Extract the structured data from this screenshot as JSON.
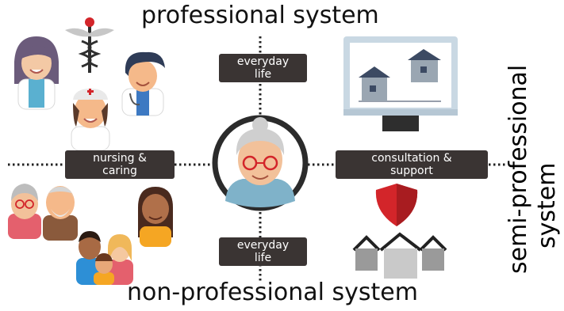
{
  "titles": {
    "top": "professional system",
    "bottom": "non-professional system",
    "right_line1": "semi-professional",
    "right_line2": "system"
  },
  "boxes": {
    "everyday_top": {
      "line1": "everyday",
      "line2": "life"
    },
    "everyday_bottom": {
      "line1": "everyday",
      "line2": "life"
    },
    "nursing": {
      "line1": "nursing &",
      "line2": "caring"
    },
    "consultation": {
      "line1": "consultation &",
      "line2": "support"
    }
  },
  "icons": [
    "female-doctor-icon",
    "caduceus-icon",
    "male-doctor-icon",
    "nurse-icon",
    "computer-monitor-icon",
    "house-icon",
    "elderly-woman-icon",
    "elderly-couple-icon",
    "young-woman-icon",
    "family-icon",
    "shield-icon",
    "houses-icon"
  ],
  "colors": {
    "box_bg": "#3a3433",
    "box_text": "#ffffff",
    "line": "#222222",
    "shield": "#d3252a",
    "monitor_frame": "#c9d8e3"
  }
}
